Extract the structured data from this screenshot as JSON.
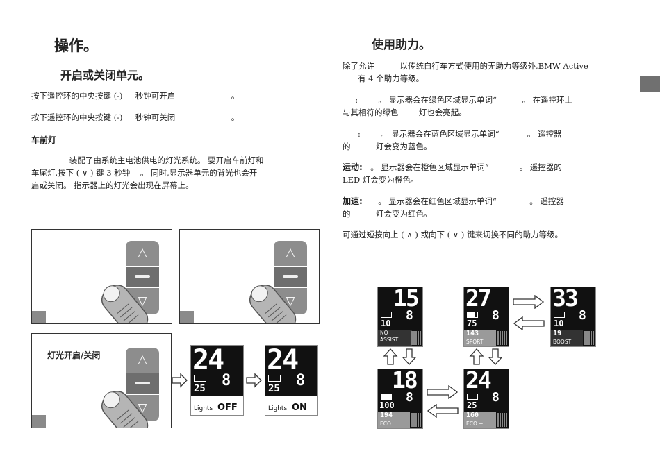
{
  "left": {
    "title": "操作。",
    "section1_title": "开启或关闭单元。",
    "on_line": "按下遥控环的中央按键 (-)     秒钟可开启                      。",
    "off_line": "按下遥控环的中央按键 (-)     秒钟可关闭                      。",
    "section2_title": "车前灯",
    "lights_para": "               装配了由系统主电池供电的灯光系统。 要开启车前灯和\n车尾灯,按下 ( ∨ ) 键 3 秒钟    。 同时,显示器单元的背光也会开\n启或关闭。 指示器上的灯光会出现在屏幕上。",
    "lights_label": "灯光开启/关闭"
  },
  "right": {
    "title": "使用助力。",
    "intro": "除了允许          以传统自行车方式使用的无助力等级外,BMW Active\n      有 4 个助力等级。",
    "eco": "     :        。 显示器会在绿色区域显示单词“          。 在遥控环上\n与其相符的绿色        灯也会亮起。",
    "eco_plus": "      :        。 显示器会在蓝色区域显示单词“           。 遥控器\n的          灯会变为蓝色。",
    "sport_label": "运动:",
    "sport": "           。 显示器会在橙色区域显示单词“            。 遥控器的\nLED 灯会变为橙色。",
    "boost_label": "加速:",
    "boost": "              。 显示器会在红色区域显示单词“             。 遥控器\n的          灯会变为红色。",
    "switch": "可通过短按向上 ( ∧ ) 或向下 ( ∨ ) 键来切换不同的助力等级。"
  },
  "remote": {
    "up_glyph": "△",
    "down_glyph": "▽"
  },
  "lights_screens": [
    {
      "speed": "24",
      "level": "8",
      "battery": "25",
      "caption_prefix": "Lights",
      "caption_state": "OFF"
    },
    {
      "speed": "24",
      "level": "8",
      "battery": "25",
      "caption_prefix": "Lights",
      "caption_state": "ON"
    }
  ],
  "assist_screens": [
    {
      "speed": "15",
      "level": "8",
      "battery": "10",
      "range": "",
      "mode": "NO\nASSIST"
    },
    {
      "speed": "27",
      "level": "8",
      "battery": "75",
      "range": "143",
      "mode": "SPORT"
    },
    {
      "speed": "33",
      "level": "8",
      "battery": "10",
      "range": "19",
      "mode": "BOOST"
    },
    {
      "speed": "18",
      "level": "8",
      "battery": "100",
      "range": "194",
      "mode": "ECO"
    },
    {
      "speed": "24",
      "level": "8",
      "battery": "25",
      "range": "160",
      "mode": "ECO +"
    }
  ],
  "colors": {
    "screen_bg": "#111111",
    "mode_bar": "#9a9a9a",
    "remote_grey": "#8d8d8d"
  }
}
